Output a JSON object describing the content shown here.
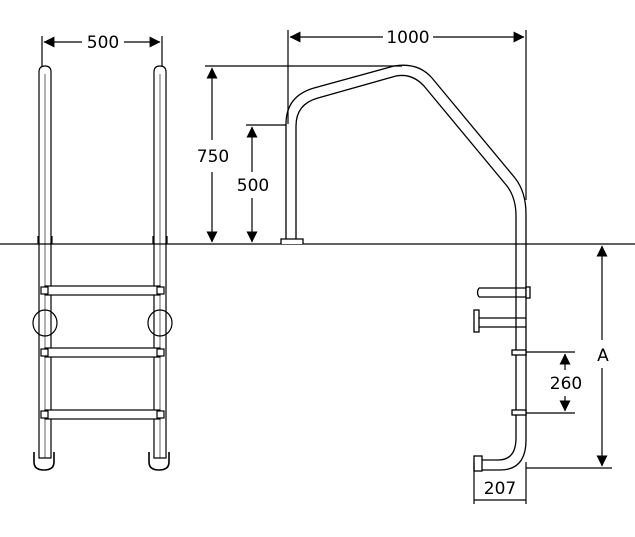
{
  "front_view": {
    "width_label": "500"
  },
  "side_view": {
    "length_label": "1000",
    "total_height_label": "750",
    "handrail_height_label": "500",
    "step_spacing_label": "260",
    "depth_label": "A",
    "bottom_offset_label": "207"
  },
  "colors": {
    "line": "#000000",
    "background": "#ffffff"
  }
}
